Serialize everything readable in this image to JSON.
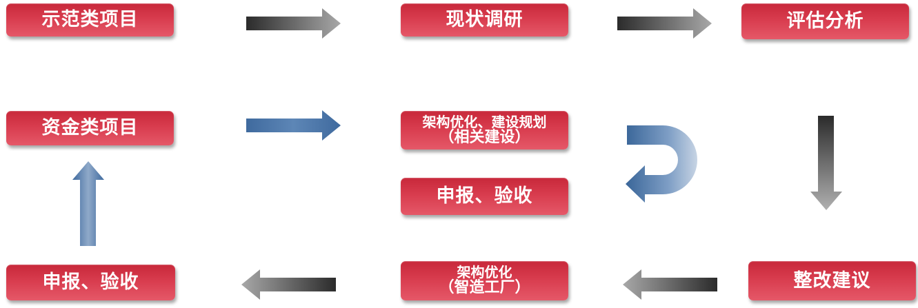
{
  "nodes": {
    "demo_project": "示范类项目",
    "survey": "现状调研",
    "assessment": "评估分析",
    "fund_project": "资金类项目",
    "arch_plan_line1": "架构优化、建设规划",
    "arch_plan_line2": "（相关建设）",
    "declare_accept_mid": "申报、验收",
    "declare_accept_left": "申报、验收",
    "arch_opt_line1": "架构优化",
    "arch_opt_line2": "（智造工厂）",
    "rectify": "整改建议"
  },
  "colors": {
    "box_red": "#d83c4e",
    "arrow_gray_dark": "#2b2b2b",
    "arrow_gray_light": "#a0a0a0",
    "arrow_blue": "#3f6a9e",
    "arrow_blue_light": "#c9d6e6"
  }
}
